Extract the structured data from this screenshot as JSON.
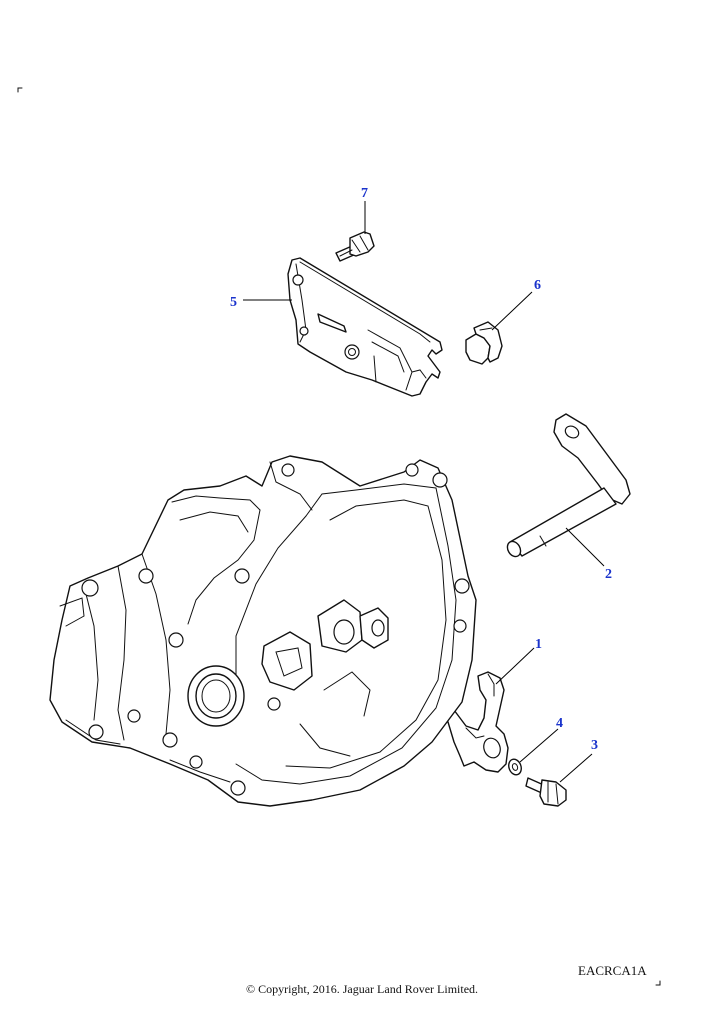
{
  "callouts": {
    "c1": "1",
    "c2": "2",
    "c3": "3",
    "c4": "4",
    "c5": "5",
    "c6": "6",
    "c7": "7"
  },
  "reference_code": "EACRCA1A",
  "copyright": "© Copyright, 2016. Jaguar Land Rover Limited.",
  "colors": {
    "callout": "#1a33cc",
    "line": "#111111",
    "background": "#ffffff"
  }
}
